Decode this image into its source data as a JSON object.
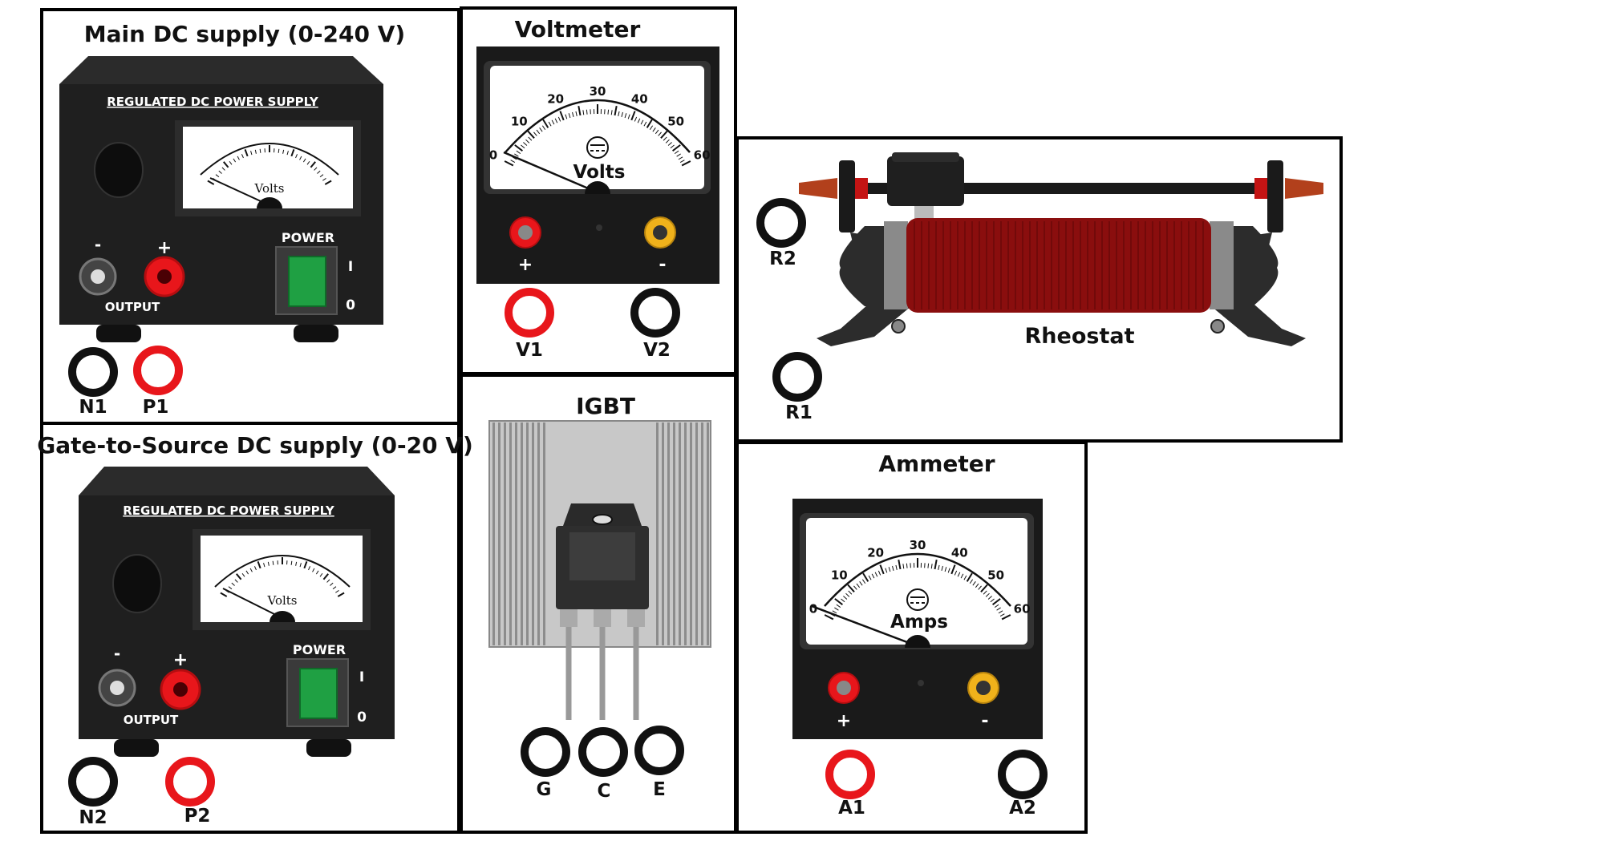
{
  "panels": {
    "main_dc": {
      "title": "Main DC supply (0-240 V)",
      "brand": "REGULATED DC POWER SUPPLY",
      "meter_unit": "Volts",
      "minus": "-",
      "plus": "+",
      "output": "OUTPUT",
      "power": "POWER",
      "switch_on": "I",
      "switch_off": "0",
      "terminals": [
        "N1",
        "P1"
      ]
    },
    "gate_dc": {
      "title": "Gate-to-Source DC supply (0-20 V)",
      "brand": "REGULATED DC POWER SUPPLY",
      "meter_unit": "Volts",
      "minus": "-",
      "plus": "+",
      "output": "OUTPUT",
      "power": "POWER",
      "switch_on": "I",
      "switch_off": "0",
      "terminals": [
        "N2",
        "P2"
      ]
    },
    "voltmeter": {
      "title": "Voltmeter",
      "unit": "Volts",
      "scale": [
        "0",
        "10",
        "20",
        "30",
        "40",
        "50",
        "60"
      ],
      "plus": "+",
      "minus": "-",
      "terminals": [
        "V1",
        "V2"
      ]
    },
    "igbt": {
      "title": "IGBT",
      "terminals": [
        "G",
        "C",
        "E"
      ]
    },
    "rheostat": {
      "title": "Rheostat",
      "terminals": [
        "R2",
        "R1"
      ]
    },
    "ammeter": {
      "title": "Ammeter",
      "unit": "Amps",
      "scale": [
        "0",
        "10",
        "20",
        "30",
        "40",
        "50",
        "60"
      ],
      "plus": "+",
      "minus": "-",
      "terminals": [
        "A1",
        "A2"
      ]
    }
  },
  "colors": {
    "device_body": "#1f1f1f",
    "terminal_red": "#e8161b",
    "terminal_black": "#111111",
    "coil": "#8a0e0e",
    "switch_green": "#1fa043",
    "yellow_jack": "#f0b21b"
  }
}
